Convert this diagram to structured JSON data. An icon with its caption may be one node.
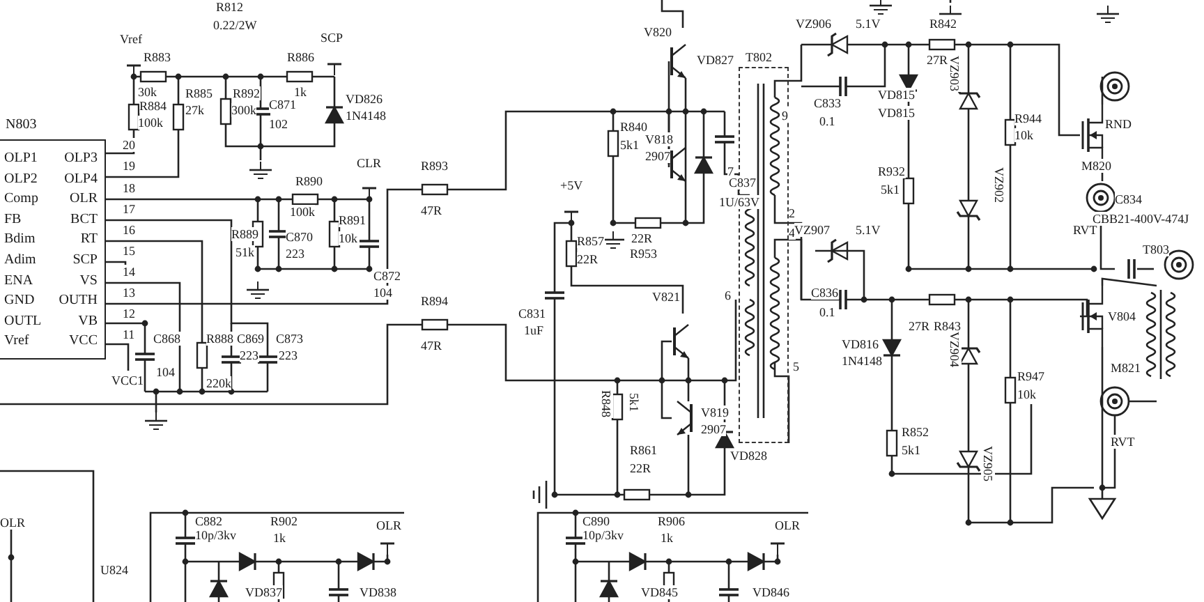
{
  "diagram": {
    "nodes": [
      {
        "text": [
          "N803",
          "OLP1",
          "OLP3",
          "OLP2",
          "OLP4",
          "Comp",
          "OLR",
          "FB",
          "BCT",
          "Bdim",
          "RT",
          "Adim",
          "SCP",
          "ENA",
          "VS",
          "GND",
          "OUTH",
          "OUTL",
          "VB",
          "Vref",
          "VCC"
        ]
      },
      {
        "text": [
          "T802"
        ]
      }
    ],
    "labels": [
      "R812",
      "0.22/2W",
      "Vref",
      "R883",
      "R886",
      "SCP",
      "30k",
      "R884",
      "100k",
      "R885",
      "27k",
      "R892",
      "300k",
      "C871",
      "102",
      "1k",
      "VD826",
      "1N4148",
      "CLR",
      "R890",
      "100k",
      "R889",
      "51k",
      "C870",
      "223",
      "R891",
      "10k",
      "C872",
      "104",
      "20",
      "19",
      "18",
      "17",
      "16",
      "15",
      "14",
      "13",
      "12",
      "11",
      "C868",
      "104",
      "VCC1",
      "R888",
      "220k",
      "C869",
      "223",
      "C873",
      "223",
      "R893",
      "47R",
      "R894",
      "47R",
      "V820",
      "VD827",
      "R840",
      "5k1",
      "V818",
      "2907",
      "C837",
      "1U/63V",
      "+5V",
      "R857",
      "22R",
      "22R",
      "R953",
      "C831",
      "1uF",
      "V821",
      "R848",
      "5k1",
      "V819",
      "2907",
      "R861",
      "22R",
      "VD828",
      "9",
      "7",
      "2",
      "4",
      "6",
      "5",
      "VZ906",
      "5.1V",
      "R842",
      "27R",
      "C833",
      "0.1",
      "VD815",
      "VD815",
      "VZ903",
      "VZ902",
      "R944",
      "10k",
      "R932",
      "5k1",
      "RND",
      "M820",
      "C834",
      "CBB21-400V-474J",
      "RVT",
      "T803",
      "VZ907",
      "5.1V",
      "V804",
      "C836",
      "0.1",
      "27R",
      "R843",
      "VD816",
      "1N4148",
      "VZ904",
      "R947",
      "10k",
      "M821",
      "VZ905",
      "RVT",
      "R852",
      "5k1",
      "OLR",
      "U824",
      "C882",
      "10p/3kv",
      "R902",
      "1k",
      "OLR",
      "VD837",
      "VD838",
      "C890",
      "10p/3kv",
      "R906",
      "1k",
      "OLR",
      "VD845",
      "VD846"
    ]
  }
}
